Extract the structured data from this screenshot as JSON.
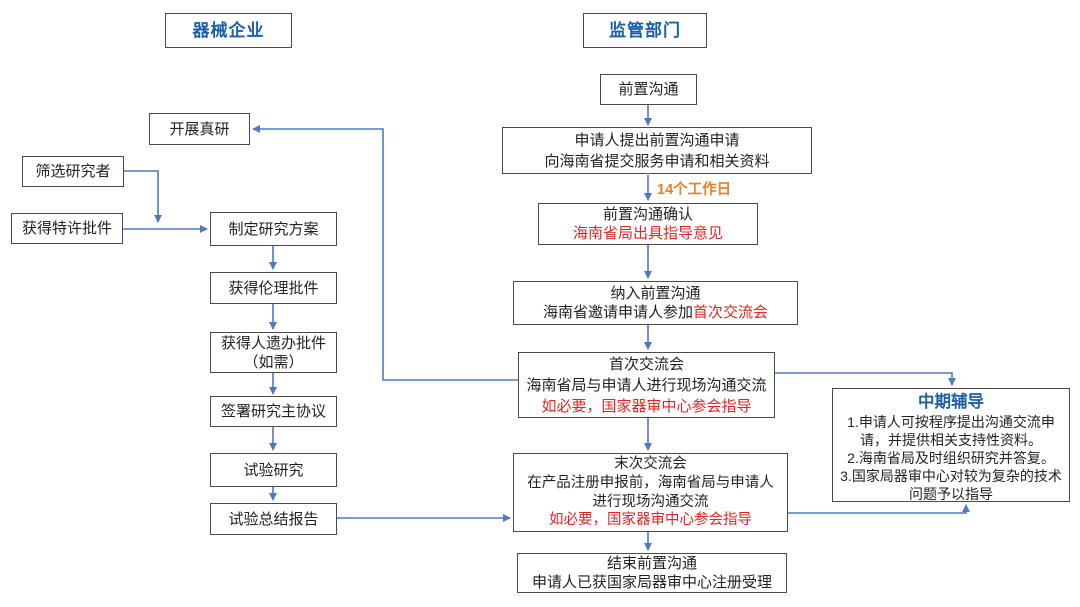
{
  "colors": {
    "arrow": "#4f7ac0",
    "box_border": "#4a4a4a",
    "text": "#222222",
    "header_blue": "#1a5fa8",
    "red": "#e02626",
    "orange": "#ee7d23"
  },
  "headers": {
    "enterprise": "器械企业",
    "regulator": "监管部门"
  },
  "enterprise_flow": {
    "kaizhan": {
      "label": "开展真研"
    },
    "shaixuan": {
      "label": "筛选研究者"
    },
    "texu": {
      "label": "获得特许批件"
    },
    "zhiding": {
      "label": "制定研究方案"
    },
    "lunli": {
      "label": "获得伦理批件"
    },
    "renyi": {
      "line1": "获得人遗办批件",
      "line2": "（如需）"
    },
    "qianshu": {
      "label": "签署研究主协议"
    },
    "shiyan": {
      "label": "试验研究"
    },
    "zongjie": {
      "label": "试验总结报告"
    }
  },
  "regulator_flow": {
    "qianzhi": {
      "label": "前置沟通"
    },
    "shenqing": {
      "line1": "申请人提出前置沟通申请",
      "line2": "向海南省提交服务申请和相关资料"
    },
    "duration_label": "14个工作日",
    "queren": {
      "line1": "前置沟通确认",
      "line2_red": "海南省局出具指导意见"
    },
    "naru": {
      "line1": "纳入前置沟通",
      "line2": "海南省邀请申请人参加",
      "line2_red": "首次交流会"
    },
    "shouci": {
      "line1": "首次交流会",
      "line2": "海南省局与申请人进行现场沟通交流",
      "line3_red": "如必要，国家器审中心参会指导"
    },
    "mouci": {
      "line1": "末次交流会",
      "line2": "在产品注册申报前，海南省局与申请人",
      "line3": "进行现场沟通交流",
      "line4_red": "如必要，国家器审中心参会指导"
    },
    "jieshu": {
      "line1": "结束前置沟通",
      "line2": "申请人已获国家局器审中心注册受理"
    }
  },
  "guidance": {
    "title": "中期辅导",
    "items": [
      "1.申请人可按程序提出沟通交流申请，并提供相关支持性资料。",
      "2.海南省局及时组织研究并答复。",
      "3.国家局器审中心对较为复杂的技术问题予以指导"
    ]
  }
}
